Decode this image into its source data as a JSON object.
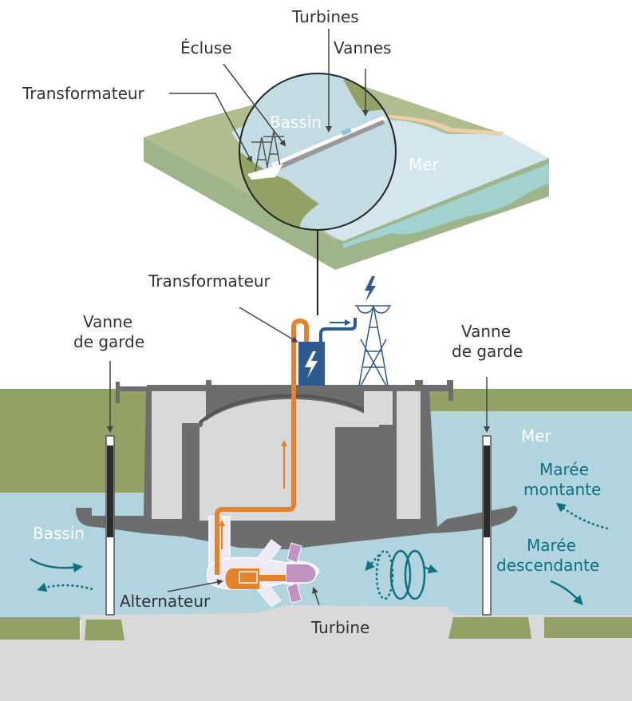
{
  "title": "Usine marémotrice — schéma de fonctionnement",
  "colors": {
    "land": "#92a266",
    "land_light": "#b0bd8f",
    "land_side": "#9db588",
    "water": "#b2d4de",
    "water_light": "#d3e6ed",
    "water_side": "#a2d2cf",
    "sand": "#ebcfa8",
    "concrete_dark": "#6d6d6d",
    "concrete_light": "#d9d9d9",
    "ground": "#d9d9d9",
    "orange": "#e5832d",
    "blue_elec": "#2e5a8e",
    "teal": "#0e7180",
    "turbine_purple": "#bf94c2",
    "alternator_bg": "#eeeaf3",
    "text": "#333333"
  },
  "map_view": {
    "labels": {
      "turbines": "Turbines",
      "ecluse": "Écluse",
      "vannes": "Vannes",
      "transformateur": "Transformateur",
      "bassin": "Bassin",
      "mer": "Mer"
    }
  },
  "section_view": {
    "labels": {
      "transformateur": "Transformateur",
      "vanne_garde_left_line1": "Vanne",
      "vanne_garde_left_line2": "de garde",
      "vanne_garde_right_line1": "Vanne",
      "vanne_garde_right_line2": "de garde",
      "mer": "Mer",
      "bassin": "Bassin",
      "maree_montante_line1": "Marée",
      "maree_montante_line2": "montante",
      "maree_descendante_line1": "Marée",
      "maree_descendante_line2": "descendante",
      "alternateur": "Alternateur",
      "turbine": "Turbine"
    }
  }
}
